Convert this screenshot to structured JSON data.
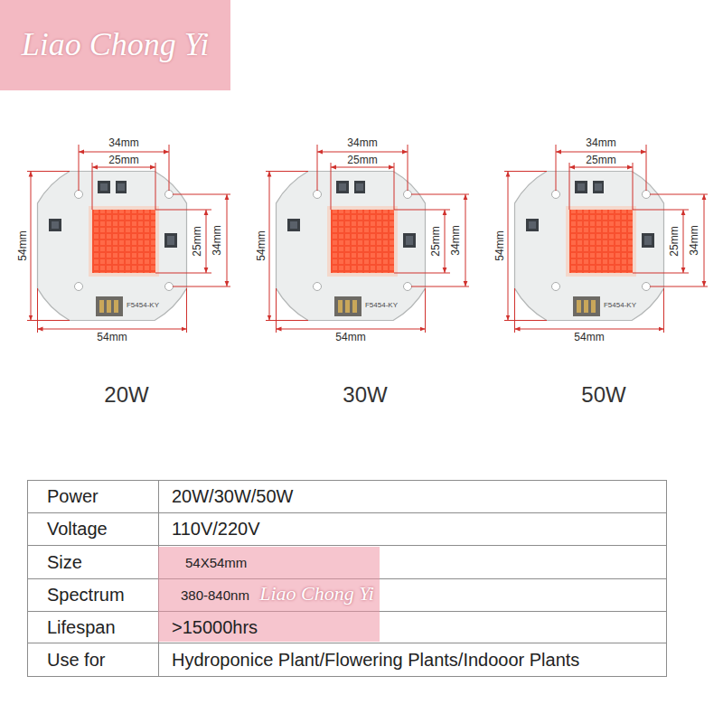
{
  "diagram": {
    "nodes": [
      {
        "text": [
          "Liao Chong Yi"
        ]
      },
      {
        "text": [
          "Liao Chong Yi"
        ]
      }
    ],
    "labels": [
      "34mm",
      "25mm",
      "54mm",
      "25mm",
      "34mm",
      "54mm",
      "F5454-KY",
      "20W",
      "34mm",
      "25mm",
      "54mm",
      "25mm",
      "34mm",
      "54mm",
      "F5454-KY",
      "30W",
      "34mm",
      "25mm",
      "54mm",
      "25mm",
      "34mm",
      "54mm",
      "F5454-KY",
      "50W",
      "Power",
      "20W/30W/50W",
      "Voltage",
      "110V/220V",
      "Size",
      "54X54mm",
      "Spectrum",
      "380-840nm",
      "Lifespan",
      ">15000hrs",
      "Use for",
      "Hydroponice Plant/Flowering Plants/Indooor Plants"
    ]
  }
}
